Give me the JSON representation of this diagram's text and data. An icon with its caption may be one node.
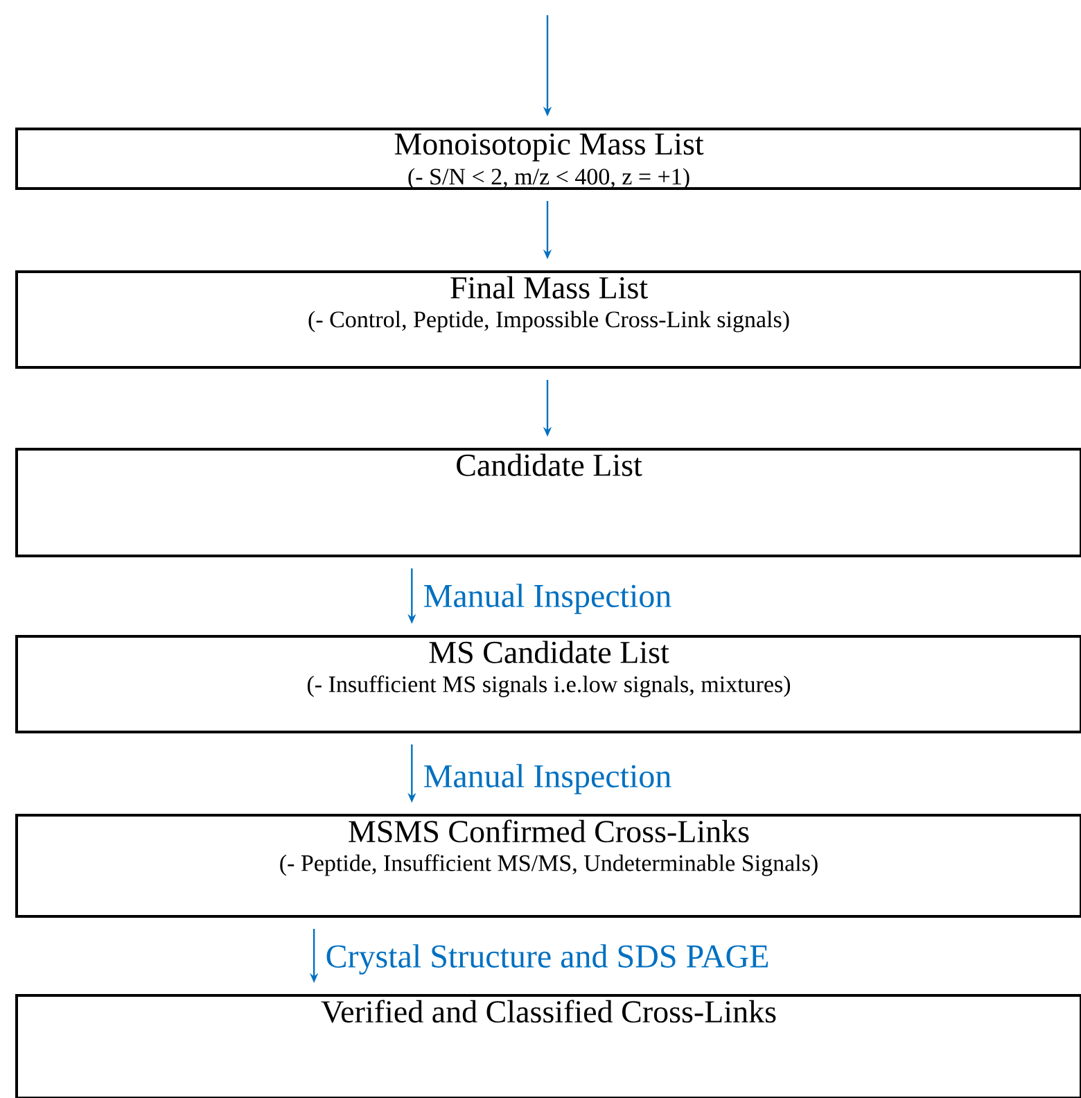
{
  "diagram": {
    "nodes": [
      {
        "text": [
          "Monoisotopic Mass List",
          "(- S/N < 2, m/z < 400, z = +1)"
        ]
      },
      {
        "text": [
          "Final Mass List",
          "(- Control, Peptide, Impossible Cross-Link signals)"
        ]
      },
      {
        "text": [
          "Candidate List"
        ]
      },
      {
        "text": [
          "MS Candidate List",
          "(- Insufficient MS signals i.e.low signals, mixtures)"
        ]
      },
      {
        "text": [
          "MSMS Confirmed Cross-Links",
          "(- Peptide, Insufficient MS/MS, Undeterminable Signals)"
        ]
      },
      {
        "text": [
          "Verified and Classified Cross-Links"
        ]
      }
    ],
    "edges": [
      {
        "from": null,
        "to": 0,
        "arrow": "to",
        "color": "#0070c0"
      },
      {
        "from": 0,
        "to": 1,
        "arrow": "to",
        "color": "#0070c0"
      },
      {
        "from": 1,
        "to": 2,
        "arrow": "to",
        "color": "#0070c0"
      },
      {
        "from": 2,
        "to": 3,
        "arrow": "to",
        "color": "#0070c0",
        "label": "Manual Inspection"
      },
      {
        "from": 3,
        "to": 4,
        "arrow": "to",
        "color": "#0070c0",
        "label": "Manual Inspection"
      },
      {
        "from": 4,
        "to": 5,
        "arrow": "to",
        "color": "#0070c0",
        "label": "Crystal Structure and SDS PAGE"
      }
    ]
  }
}
